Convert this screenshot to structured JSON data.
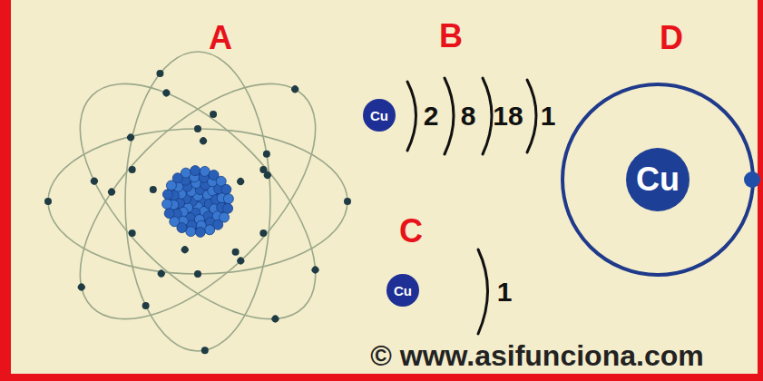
{
  "diagram": {
    "nodes": [
      {
        "text": [
          "Cu"
        ]
      },
      {
        "text": [
          "Cu"
        ]
      },
      {
        "text": [
          "Cu"
        ]
      }
    ],
    "labels": [
      "A",
      "B",
      "D",
      "2",
      "8",
      "18",
      "1",
      "C",
      "1",
      "© www.asifunciona.com"
    ]
  }
}
